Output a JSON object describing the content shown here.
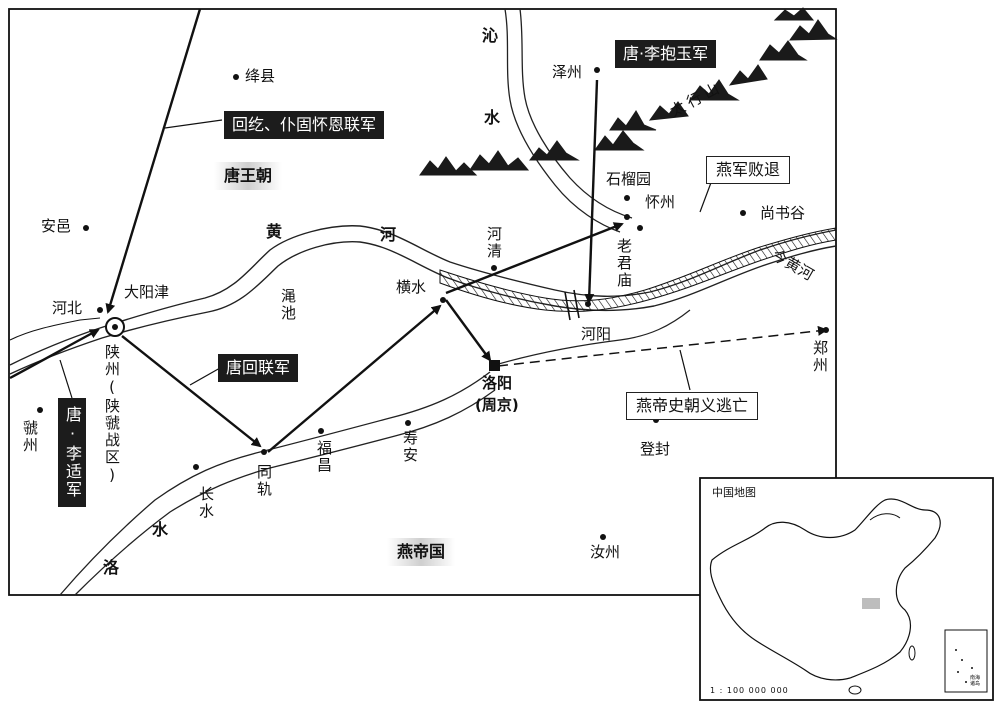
{
  "regions": {
    "tang": "唐王朝",
    "yan": "燕帝国"
  },
  "rivers": {
    "huang_1": "黄",
    "huang_2": "河",
    "qin_1": "沁",
    "qin_2": "水",
    "luo_1": "水",
    "luo_2": "洛",
    "modern_huanghe": "今黄河"
  },
  "mountains": "太行山",
  "places": {
    "jiangxian": "绛县",
    "anyi": "安邑",
    "hebei": "河北",
    "dayangjin": "大阳津",
    "shanzhou": "陕州(陕虢战区)",
    "guozhou": "虢州",
    "mianchi": "渑池",
    "tonggui": "同轨",
    "fuchang": "福昌",
    "shouan": "寿安",
    "changshui": "长水",
    "hengshui": "横水",
    "heqing": "河清",
    "heyang": "河阳",
    "laojunmiao": "老君庙",
    "shiliuyuan": "石榴园",
    "huaizhou": "怀州",
    "zezhou": "泽州",
    "shangshugu": "尚书谷",
    "luoyang": "洛阳",
    "luoyang_sub": "(周京)",
    "dengfeng": "登封",
    "ruzhou": "汝州",
    "zhengzhou": "郑州"
  },
  "labels": {
    "huige": "回纥、仆固怀恩联军",
    "tanghui": "唐回联军",
    "li_baoyu": "唐·李抱玉军",
    "li_shi": "唐·李适军",
    "yan_retreat": "燕军败退",
    "shichaoyi": "燕帝史朝义逃亡"
  },
  "inset": {
    "title": "中国地图",
    "scale": "1 : 100 000 000",
    "south_sea": "南海诸岛"
  }
}
